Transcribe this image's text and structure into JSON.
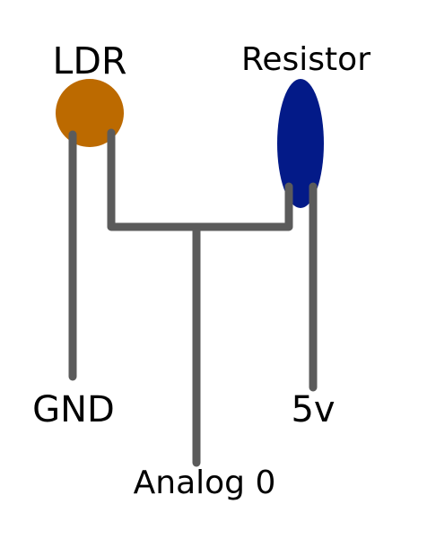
{
  "labels": {
    "ldr": "LDR",
    "resistor": "Resistor",
    "gnd": "GND",
    "vcc": "5v",
    "analog": "Analog 0"
  },
  "components": {
    "ldr": {
      "name": "LDR",
      "color": "#bc6a00"
    },
    "resistor": {
      "name": "Resistor",
      "color": "#031a88"
    }
  },
  "wire_color": "#5b5b5b"
}
